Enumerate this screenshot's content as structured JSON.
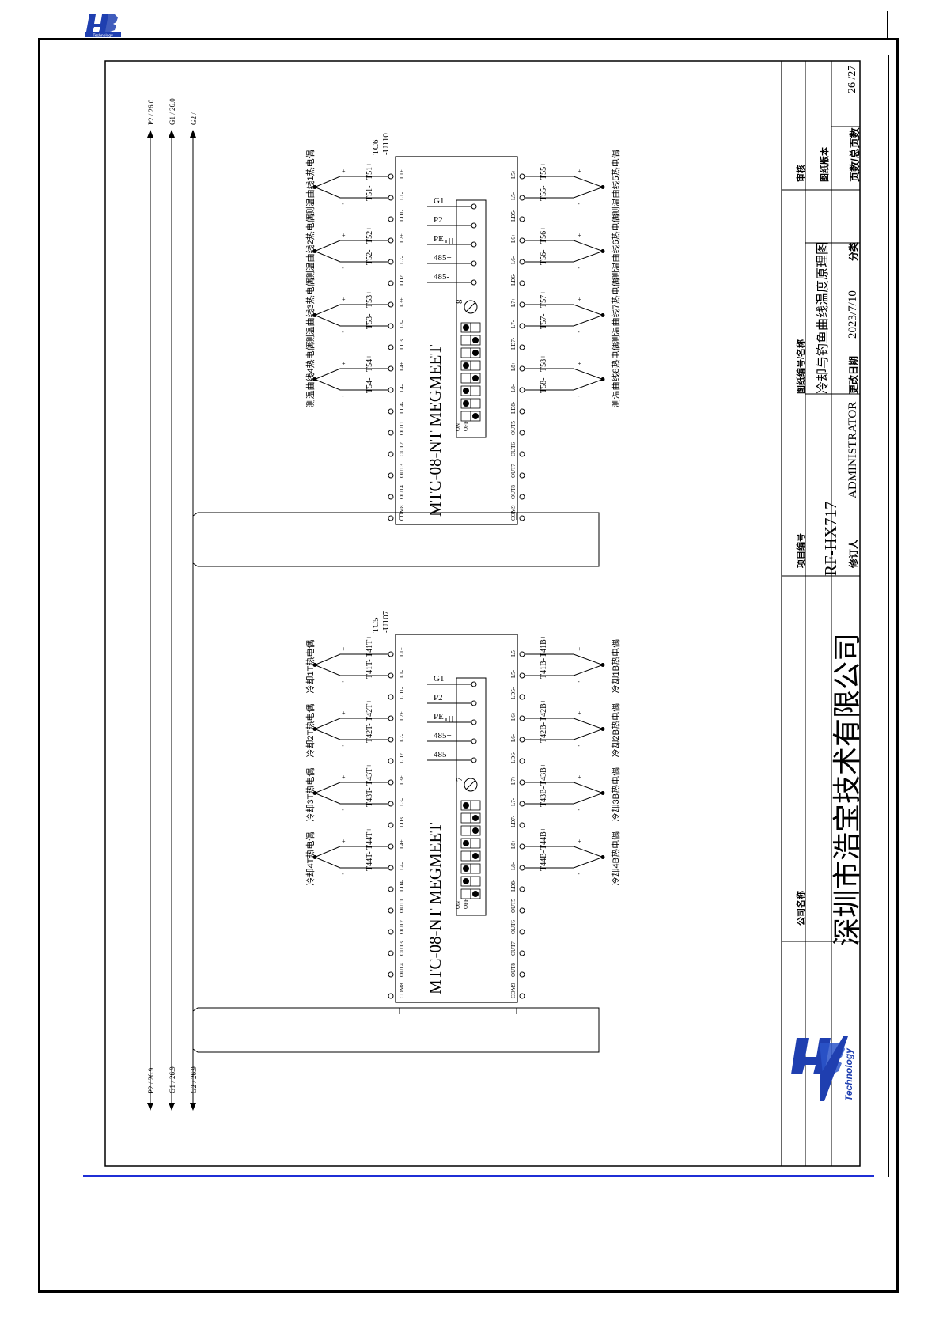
{
  "logo": {
    "text": "HB",
    "subtext": "Technology"
  },
  "bus": {
    "top": [
      "P2 / 26.0",
      "G1 / 26.0",
      "G2 /"
    ],
    "bottom": [
      "P2 / 26.9",
      "G1 / 26.9",
      "G2 / 26.9"
    ]
  },
  "module_top": {
    "tag": "TC6",
    "subtag": "-U110",
    "model": "MTC-08-NT MEGMEET",
    "left_labels": [
      "T51+",
      "T51-",
      "T52+",
      "T52-",
      "T53+",
      "T53-",
      "T54+",
      "T54-"
    ],
    "right_labels": [
      "T55+",
      "T55-",
      "T56+",
      "T56-",
      "T57+",
      "T57-",
      "T58+",
      "T58-"
    ],
    "left_devices": [
      "测温曲线1热电偶",
      "测温曲线2热电偶",
      "测温曲线3热电偶",
      "测温曲线4热电偶"
    ],
    "right_devices": [
      "测温曲线5热电偶",
      "测温曲线6热电偶",
      "测温曲线7热电偶",
      "测温曲线8热电偶"
    ],
    "power": [
      "G1",
      "P2",
      "PE",
      "485+",
      "485-"
    ],
    "switch_number": "8",
    "switch_on": "ON",
    "switch_off": "OFF"
  },
  "module_bottom": {
    "tag": "TC5",
    "subtag": "-U107",
    "model": "MTC-08-NT MEGMEET",
    "left_labels": [
      "T41T+",
      "T41T-",
      "T42T+",
      "T42T-",
      "T43T+",
      "T43T-",
      "T44T+",
      "T44T-"
    ],
    "right_labels": [
      "T41B+",
      "T41B-",
      "T42B+",
      "T42B-",
      "T43B+",
      "T43B-",
      "T44B+",
      "T44B-"
    ],
    "left_devices": [
      "冷却1T热电偶",
      "冷却2T热电偶",
      "冷却3T热电偶",
      "冷却4T热电偶"
    ],
    "right_devices": [
      "冷却1B热电偶",
      "冷却2B热电偶",
      "冷却3B热电偶",
      "冷却4B热电偶"
    ],
    "power": [
      "G1",
      "P2",
      "PE",
      "485+",
      "485-"
    ],
    "switch_number": "7",
    "switch_on": "ON",
    "switch_off": "OFF"
  },
  "pins": {
    "left_col": [
      "L1+",
      "L1-",
      "LD1-",
      "L2+",
      "L2-",
      "LD2",
      "L3+",
      "L3-",
      "LD3",
      "L4+",
      "L4-",
      "LD4-",
      "OUT1",
      "OUT2",
      "OUT3",
      "OUT4",
      "COM8"
    ],
    "right_col": [
      "L5+",
      "L5-",
      "LD5-",
      "L6+",
      "L6-",
      "LD6-",
      "L7+",
      "L7-",
      "LD7-",
      "L8+",
      "L8-",
      "LD8-",
      "OUT5",
      "OUT6",
      "OUT7",
      "OUT8",
      "COM9"
    ]
  },
  "title_block": {
    "company_label": "公司名称",
    "company_name": "深圳市浩宝技术有限公司",
    "project_label": "项目编号",
    "project_value": "RF-HX717",
    "drawing_label": "图纸编号/名称",
    "drawing_value": "冷却与钓鱼曲线温度原理图",
    "review_label": "审核",
    "version_label": "图纸版本",
    "reviser_label": "修订人",
    "reviser_value": "ADMINISTRATOR",
    "date_label": "更改日期",
    "date_value": "2023/7/10",
    "class_label": "分类",
    "pages_label": "页数/总页数",
    "pages_value": "26 /27"
  },
  "colors": {
    "frame": "#000000",
    "accent": "#1f2fd6"
  }
}
